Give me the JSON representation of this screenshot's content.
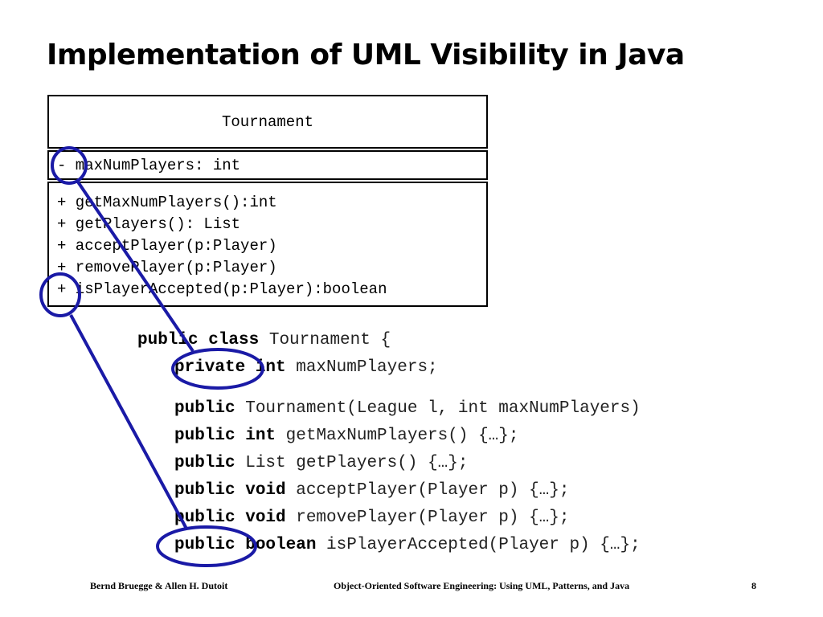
{
  "slide": {
    "title": "Implementation of UML Visibility in Java",
    "uml": {
      "class_name": "Tournament",
      "attribute": "- maxNumPlayers: int",
      "operations": [
        "+ getMaxNumPlayers():int",
        "+ getPlayers(): List",
        "+ acceptPlayer(p:Player)",
        "+ removePlayer(p:Player)",
        "+ isPlayerAccepted(p:Player):boolean"
      ]
    },
    "code": {
      "class_decl": {
        "kw": "public class",
        "rest": " Tournament {"
      },
      "field": {
        "kw": "private int",
        "rest": " maxNumPlayers;"
      },
      "methods": [
        {
          "kw": "public",
          "rest": " Tournament(League l, int maxNumPlayers)"
        },
        {
          "kw": "public int",
          "rest": " getMaxNumPlayers() {…};"
        },
        {
          "kw": "public",
          "rest": " List getPlayers() {…};"
        },
        {
          "kw": "public void",
          "rest": " acceptPlayer(Player p) {…};"
        },
        {
          "kw": "public void",
          "rest": " removePlayer(Player p) {…};"
        },
        {
          "kw": "public boolean",
          "rest": " isPlayerAccepted(Player p) {…};"
        }
      ]
    },
    "annotation_color": "#1a1aa6",
    "footer": {
      "authors": "Bernd Bruegge & Allen H. Dutoit",
      "book": "Object-Oriented Software Engineering: Using UML, Patterns, and Java",
      "page": "8"
    }
  }
}
